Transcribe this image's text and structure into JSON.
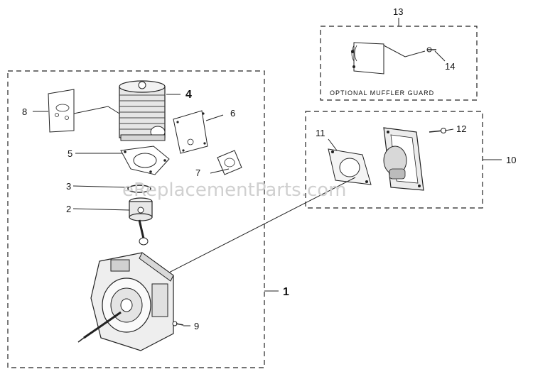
{
  "watermark": "eReplacementParts.com",
  "guard_caption": "OPTIONAL MUFFLER GUARD",
  "callouts": {
    "c1": "1",
    "c2": "2",
    "c3": "3",
    "c4": "4",
    "c5": "5",
    "c6": "6",
    "c7": "7",
    "c8": "8",
    "c9": "9",
    "c10": "10",
    "c11": "11",
    "c12": "12",
    "c13": "13",
    "c14": "14"
  }
}
